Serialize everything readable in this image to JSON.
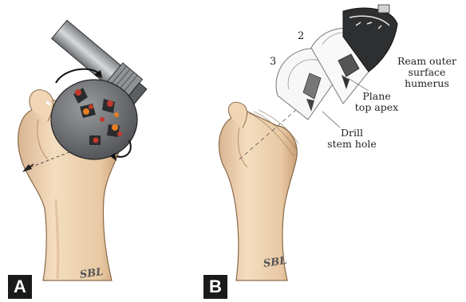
{
  "panels": {
    "a": {
      "label": "A",
      "signature": "SBL"
    },
    "b": {
      "label": "B",
      "signature": "SBL",
      "steps": [
        {
          "number": "2",
          "caption_line1": "Plane",
          "caption_line2": "top apex"
        },
        {
          "number": "3",
          "caption_line1": "Drill",
          "caption_line2": "stem hole"
        }
      ],
      "ream_caption_line1": "Ream outer",
      "ream_caption_line2": "surface humerus"
    }
  },
  "colors": {
    "bone": "#f1d8b8",
    "bone_shadow": "#d6b08a",
    "bone_outline": "#8a6a4a",
    "reamer_gray": "#6f7173",
    "reamer_dark": "#3a3b3d",
    "reamer_light": "#b9bbbd",
    "cutter_red": "#c0392b",
    "cutter_orange": "#e67e22",
    "label_bg": "#1a1a1a"
  }
}
